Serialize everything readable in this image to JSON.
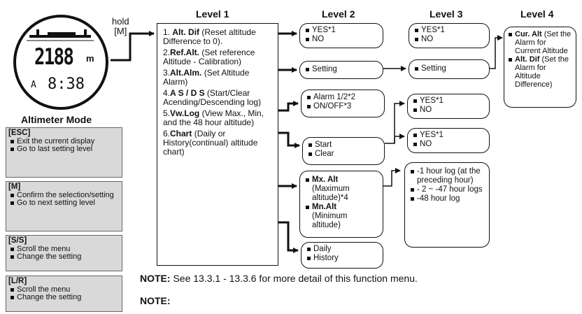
{
  "watch": {
    "digits_main": "2188",
    "unit": "m",
    "marker": "A",
    "time": "8:38"
  },
  "hold_label": "hold\n[M]",
  "mode_title": "Altimeter Mode",
  "buttons": [
    {
      "key": "[ESC]",
      "items": [
        "Exit the current display",
        "Go to last setting level"
      ]
    },
    {
      "key": "[M]",
      "items": [
        "Confirm the selection/setting",
        "Go to next setting level"
      ]
    },
    {
      "key": "[S/S]",
      "items": [
        "Scroll the menu",
        "Change the setting"
      ]
    },
    {
      "key": "[L/R]",
      "items": [
        "Scroll the menu",
        "Change the setting"
      ]
    }
  ],
  "levels": [
    "Level 1",
    "Level 2",
    "Level 3",
    "Level 4"
  ],
  "level1": [
    {
      "num": "1.",
      "name": "Alt. Dif",
      "desc": " (Reset altitude Difference to 0)."
    },
    {
      "num": "2.",
      "name": "Ref.Alt.",
      "desc": " (Set reference Altitude - Calibration)"
    },
    {
      "num": "3.",
      "name": "Alt.Alm.",
      "desc": " (Set Altitude Alarm)"
    },
    {
      "num": "4.",
      "name": "A S / D S",
      "desc": " (Start/Clear Acending/Descending log)"
    },
    {
      "num": "5.",
      "name": "Vw.Log",
      "desc": " (View Max., Min, and the 48 hour altitude)"
    },
    {
      "num": "6.",
      "name": "Chart",
      "desc": " (Daily or History(continual) altitude chart)"
    }
  ],
  "level2": {
    "b1": [
      "YES*1",
      "NO"
    ],
    "b2": [
      "Setting"
    ],
    "b3": [
      "Alarm 1/2*2",
      "ON/OFF*3"
    ],
    "b4": [
      "Start",
      "Clear"
    ],
    "b5_1_name": "Mx. Alt",
    "b5_1_desc": "(Maximum altitude)*4",
    "b5_2_name": "Mn.Alt",
    "b5_2_desc": "(Minimum altitude)",
    "b6": [
      "Daily",
      "History"
    ]
  },
  "level3": {
    "b1": [
      "YES*1",
      "NO"
    ],
    "b2": [
      "Setting"
    ],
    "b3": [
      "YES*1",
      "NO"
    ],
    "b4": [
      "YES*1",
      "NO"
    ],
    "b5": [
      "-1 hour log (at the preceding hour)",
      "- 2 ~ -47 hour logs",
      "-48 hour log"
    ]
  },
  "level4": [
    {
      "name": "Cur. Alt",
      "desc": " (Set the Alarm for Current Altitude"
    },
    {
      "name": "Alt. Dif",
      "desc": " (Set the Alarm for Altitude Difference)"
    }
  ],
  "note1_label": "NOTE:",
  "note1_text": " See 13.3.1 - 13.3.6 for more detail of this function menu.",
  "note2_label": "NOTE:"
}
